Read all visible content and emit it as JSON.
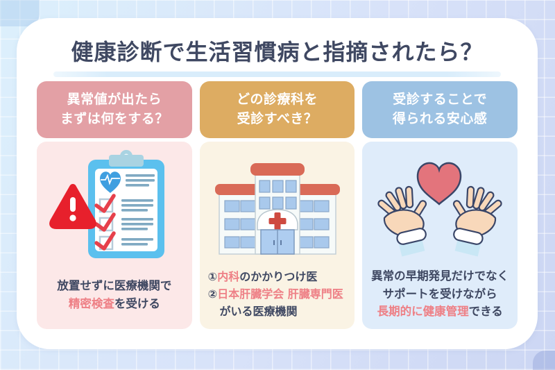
{
  "page": {
    "title": "健康診断で生活習慣病と指摘されたら？"
  },
  "colors": {
    "text_dark": "#3f4862",
    "accent_red": "#ee8086",
    "warning_red": "#e7202c",
    "col1_header_bg": "#e3a0a5",
    "col1_panel_bg": "#fce8e8",
    "col2_header_bg": "#ddac62",
    "col2_panel_bg": "#faf3e4",
    "col3_header_bg": "#9dc2e3",
    "col3_panel_bg": "#dfecfa",
    "background_top_left": "#dcf0fc",
    "background_bottom_right": "#ccd6f3"
  },
  "columns": [
    {
      "header": {
        "line1": "異常値が出たら",
        "line2": "まずは何をする？"
      },
      "illustration": "clipboard-checklist-with-warning",
      "body": {
        "line1": [
          {
            "text": "放置せずに医療機関で",
            "accent": false
          }
        ],
        "line2": [
          {
            "text": "精密検査",
            "accent": true
          },
          {
            "text": "を受ける",
            "accent": false
          }
        ]
      }
    },
    {
      "header": {
        "line1": "どの診療科を",
        "line2": "受診すべき？"
      },
      "illustration": "hospital-building",
      "body": {
        "line1": [
          {
            "text": "①",
            "accent": false
          },
          {
            "text": "内科",
            "accent": true
          },
          {
            "text": "のかかりつけ医",
            "accent": false
          }
        ],
        "line2": [
          {
            "text": "②",
            "accent": false
          },
          {
            "text": "日本肝臓学会 肝臓専門医",
            "accent": true
          }
        ],
        "line3": [
          {
            "text": "がいる医療機関",
            "accent": false
          }
        ]
      }
    },
    {
      "header": {
        "line1": "受診することで",
        "line2": "得られる安心感"
      },
      "illustration": "hands-holding-heart",
      "body": {
        "line1": [
          {
            "text": "異常の早期発見だけでなく",
            "accent": false
          }
        ],
        "line2": [
          {
            "text": "サポートを受けながら",
            "accent": false
          }
        ],
        "line3": [
          {
            "text": "長期的に健康管理",
            "accent": true
          },
          {
            "text": "できる",
            "accent": false
          }
        ]
      }
    }
  ]
}
